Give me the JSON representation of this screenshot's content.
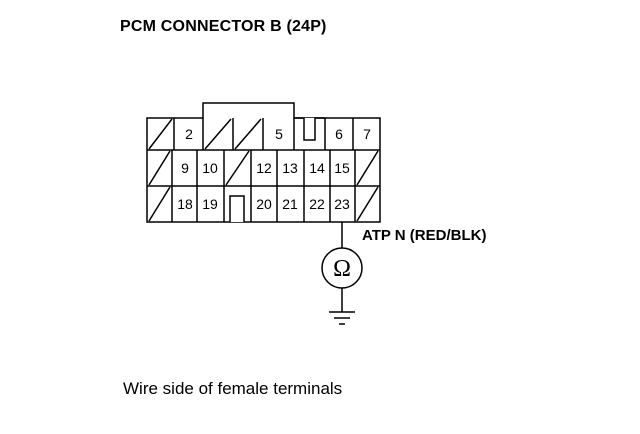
{
  "title": "PCM CONNECTOR B (24P)",
  "wire_label": "ATP N (RED/BLK)",
  "caption": "Wire side of female terminals",
  "meter_symbol": "Ω",
  "icons": [
    "ohmmeter-icon",
    "ground-icon"
  ],
  "connector": {
    "rows": [
      [
        "",
        "2",
        "",
        "",
        "5",
        "",
        "6",
        "7"
      ],
      [
        "",
        "9",
        "10",
        "",
        "12",
        "13",
        "14",
        "15",
        ""
      ],
      [
        "",
        "18",
        "19",
        "",
        "20",
        "21",
        "22",
        "23",
        ""
      ]
    ],
    "probed_terminal": "23"
  }
}
